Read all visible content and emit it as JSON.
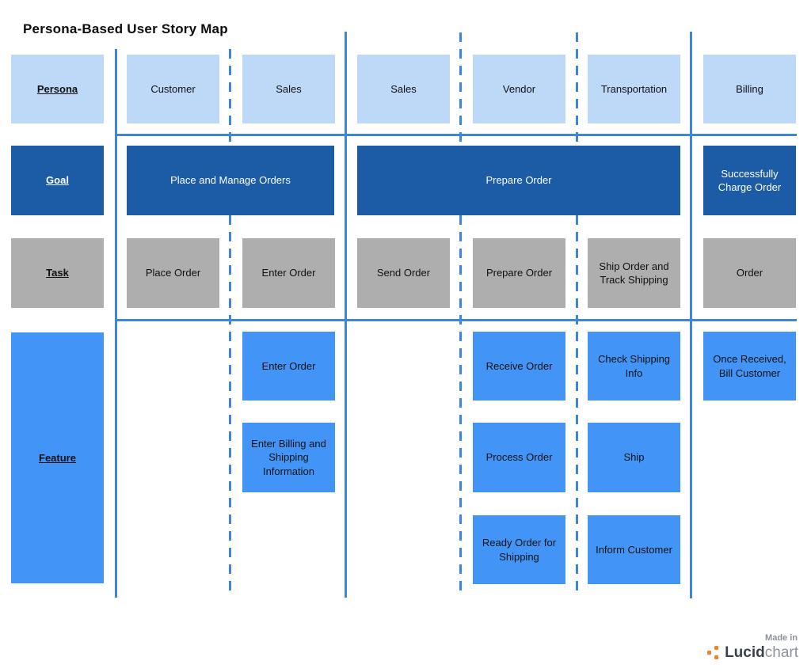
{
  "title": "Persona-Based User Story Map",
  "row_headers": {
    "persona": "Persona",
    "goal": "Goal",
    "task": "Task",
    "feature": "Feature"
  },
  "personas": [
    "Customer",
    "Sales",
    "Sales",
    "Vendor",
    "Transportation",
    "Billing"
  ],
  "goals": [
    "Place and Manage Orders",
    "Prepare Order",
    "Successfully Charge Order"
  ],
  "tasks": [
    "Place Order",
    "Enter Order",
    "Send Order",
    "Prepare Order",
    "Ship Order and Track Shipping",
    "Order"
  ],
  "features": [
    "Enter Order",
    "Enter Billing and Shipping Information",
    "Receive Order",
    "Process Order",
    "Ready Order for Shipping",
    "Check Shipping Info",
    "Ship",
    "Inform Customer",
    "Once Received, Bill Customer"
  ],
  "badge": {
    "made_in": "Made in",
    "brand_bold": "Lucid",
    "brand_light": "chart"
  },
  "colors": {
    "light_blue": "#BED8F8",
    "dark_blue": "#1C5BA5",
    "gray": "#AEAEAE",
    "bright_blue": "#4295F7",
    "line_blue": "#3C85E1",
    "lucid_orange": "#F5821F"
  }
}
